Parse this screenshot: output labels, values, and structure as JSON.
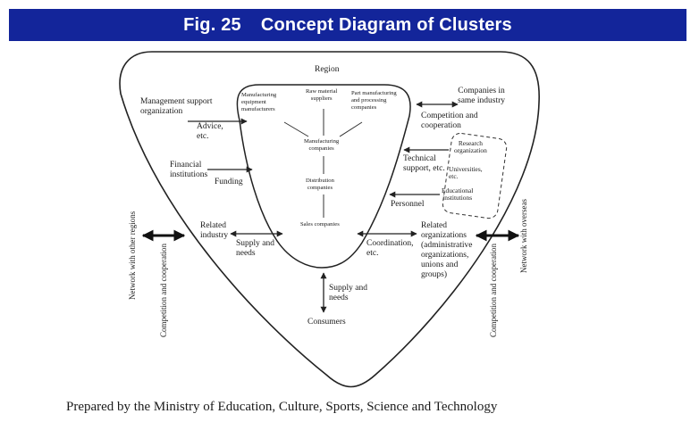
{
  "figure": {
    "number": "Fig. 25",
    "title": "Concept Diagram of Clusters"
  },
  "colors": {
    "title_bar": "#13259a",
    "title_text": "#ffffff",
    "line": "#222222"
  },
  "diagram": {
    "region": "Region",
    "inner": {
      "manufacturing_equipment": "Manufacturing\nequipment\nmanufacturers",
      "raw_material": "Raw material\nsuppliers",
      "part_manufacturing": "Part manufacturing\nand processing\ncompanies",
      "manufacturing_companies": "Manufacturing\ncompanies",
      "distribution_companies": "Distribution\ncompanies",
      "sales_companies": "Sales companies"
    },
    "left": {
      "management_support": "Management support\norganization",
      "advice": "Advice,\netc.",
      "financial_institutions": "Financial\ninstitutions",
      "funding": "Funding",
      "related_industry": "Related\nindustry",
      "supply_and_needs": "Supply and\nneeds"
    },
    "right": {
      "companies_same_industry": "Companies in\nsame industry",
      "competition_cooperation": "Competition and\ncooperation",
      "technical_support": "Technical\nsupport, etc.",
      "personnel": "Personnel",
      "research_org": "Research\norganization",
      "universities": "Universities,\netc.",
      "educational_institutions": "Educational\ninstitutions",
      "related_organizations": "Related\norganizations\n(administrative\norganizations,\nunions and\ngroups)",
      "coordination": "Coordination,\netc."
    },
    "bottom": {
      "supply_and_needs": "Supply and\nneeds",
      "consumers": "Consumers"
    },
    "outer_left": {
      "network": "Network with other regions",
      "competition": "Competition and cooperation"
    },
    "outer_right": {
      "network": "Network with overseas",
      "competition": "Competition and cooperation"
    }
  },
  "caption": "Prepared by the Ministry of Education, Culture, Sports, Science and Technology"
}
